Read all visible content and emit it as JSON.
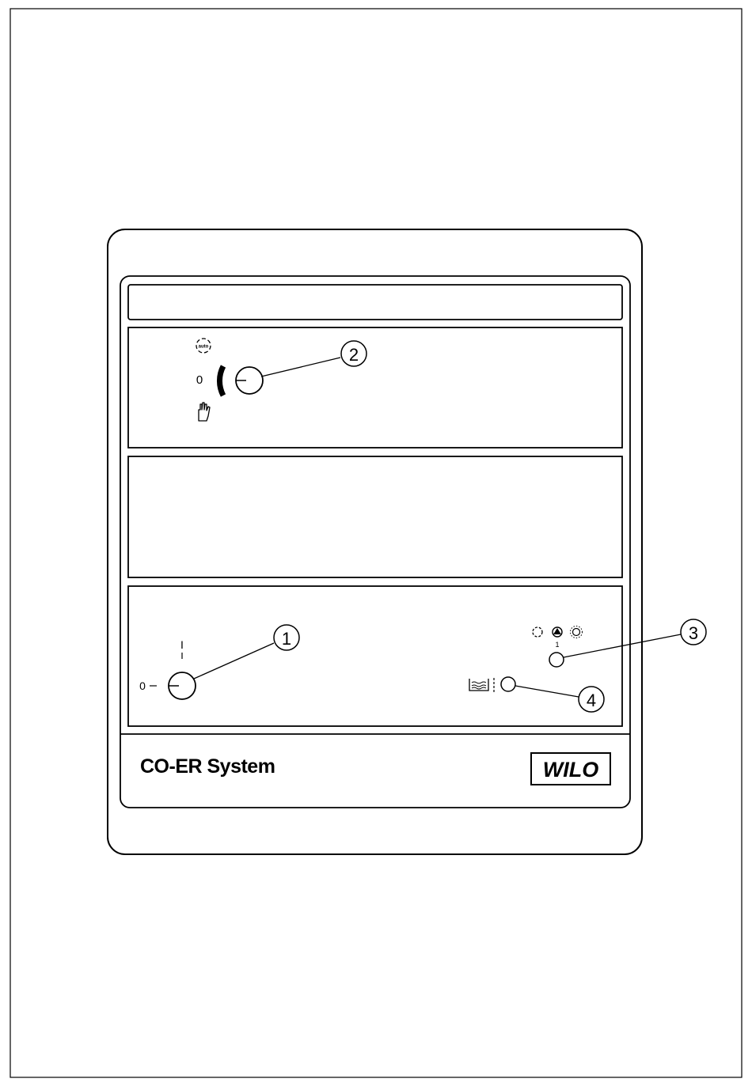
{
  "panel": {
    "brand_title": "CO-ER System",
    "logo_text": "WILO",
    "mode_switch": {
      "mode_label": "0"
    },
    "main_switch": {
      "on_label": "I",
      "off_label": "0"
    },
    "pump_indicator": {
      "sub_label": "1"
    }
  },
  "callouts": [
    "1",
    "2",
    "3",
    "4"
  ],
  "icons": {
    "auto_mode": "auto-mode-icon",
    "manual_mode": "hand-icon",
    "pump_off": "pump-off-icon",
    "pump_running": "pump-running-icon",
    "pump_fault": "pump-fault-icon",
    "water_level": "water-level-icon"
  }
}
